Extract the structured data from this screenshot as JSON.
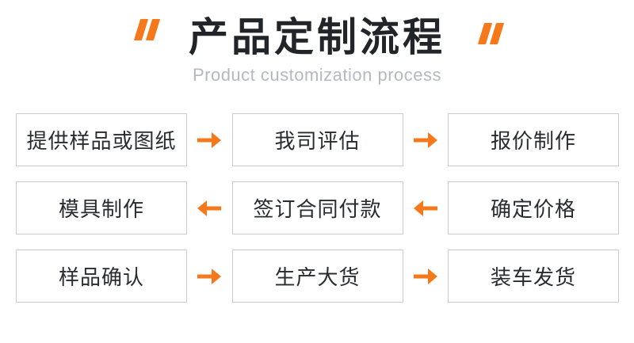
{
  "colors": {
    "accent_orange": "#f5791a",
    "title_text": "#212529",
    "subtitle_text": "#b4b9c0",
    "box_border": "#c9cdd3",
    "box_text": "#292c2f",
    "background": "#ffffff"
  },
  "icons": {
    "open_quote": "“",
    "close_quote": "”",
    "arrow_right": "→",
    "arrow_left": "←"
  },
  "header": {
    "title": "产品定制流程",
    "subtitle": "Product customization process"
  },
  "flow": {
    "rows": [
      {
        "arrow": "right",
        "cells": [
          "提供样品或图纸",
          "我司评估",
          "报价制作"
        ]
      },
      {
        "arrow": "left",
        "cells": [
          "模具制作",
          "签订合同付款",
          "确定价格"
        ]
      },
      {
        "arrow": "right",
        "cells": [
          "样品确认",
          "生产大货",
          "装车发货"
        ]
      }
    ]
  }
}
